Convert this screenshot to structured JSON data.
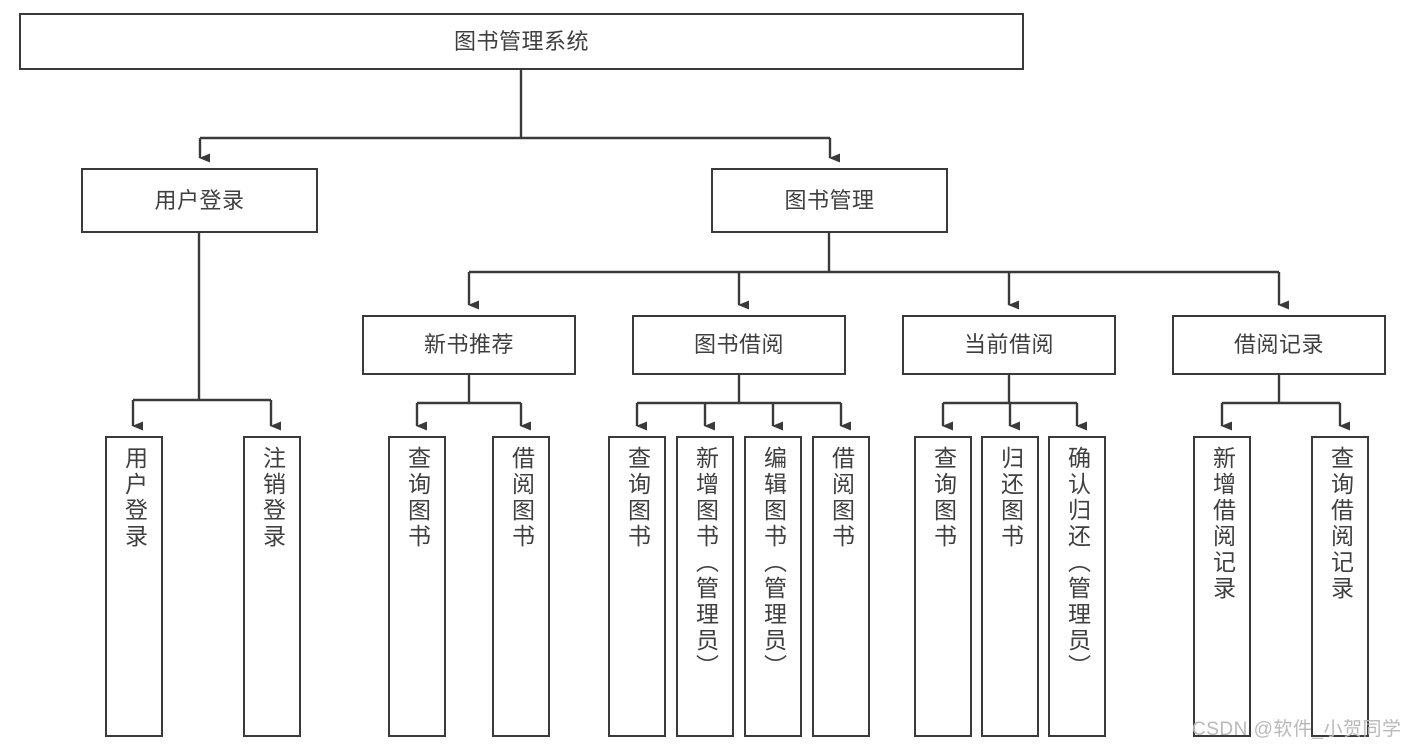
{
  "diagram": {
    "title_text": "图书管理系统",
    "type": "tree-hierarchy",
    "watermark": "CSDN @软件_小贺同学",
    "colors": {
      "stroke": "#3a3a3a",
      "text": "#3f3f3f",
      "background": "#ffffff",
      "watermark": "#b9b9b9"
    },
    "root": {
      "label": "图书管理系统"
    },
    "level2": [
      {
        "label": "用户登录"
      },
      {
        "label": "图书管理"
      }
    ],
    "level3": [
      {
        "label": "新书推荐"
      },
      {
        "label": "图书借阅"
      },
      {
        "label": "当前借阅"
      },
      {
        "label": "借阅记录"
      }
    ],
    "leaves": {
      "user_login": [
        {
          "label": "用户登录"
        },
        {
          "label": "注销登录"
        }
      ],
      "new_book_recommend": [
        {
          "label": "查询图书"
        },
        {
          "label": "借阅图书"
        }
      ],
      "book_borrow": [
        {
          "label": "查询图书"
        },
        {
          "label": "新增图书（管理员）"
        },
        {
          "label": "编辑图书（管理员）"
        },
        {
          "label": "借阅图书"
        }
      ],
      "current_borrow": [
        {
          "label": "查询图书"
        },
        {
          "label": "归还图书"
        },
        {
          "label": "确认归还（管理员）"
        }
      ],
      "borrow_record": [
        {
          "label": "新增借阅记录"
        },
        {
          "label": "查询借阅记录"
        }
      ]
    }
  }
}
